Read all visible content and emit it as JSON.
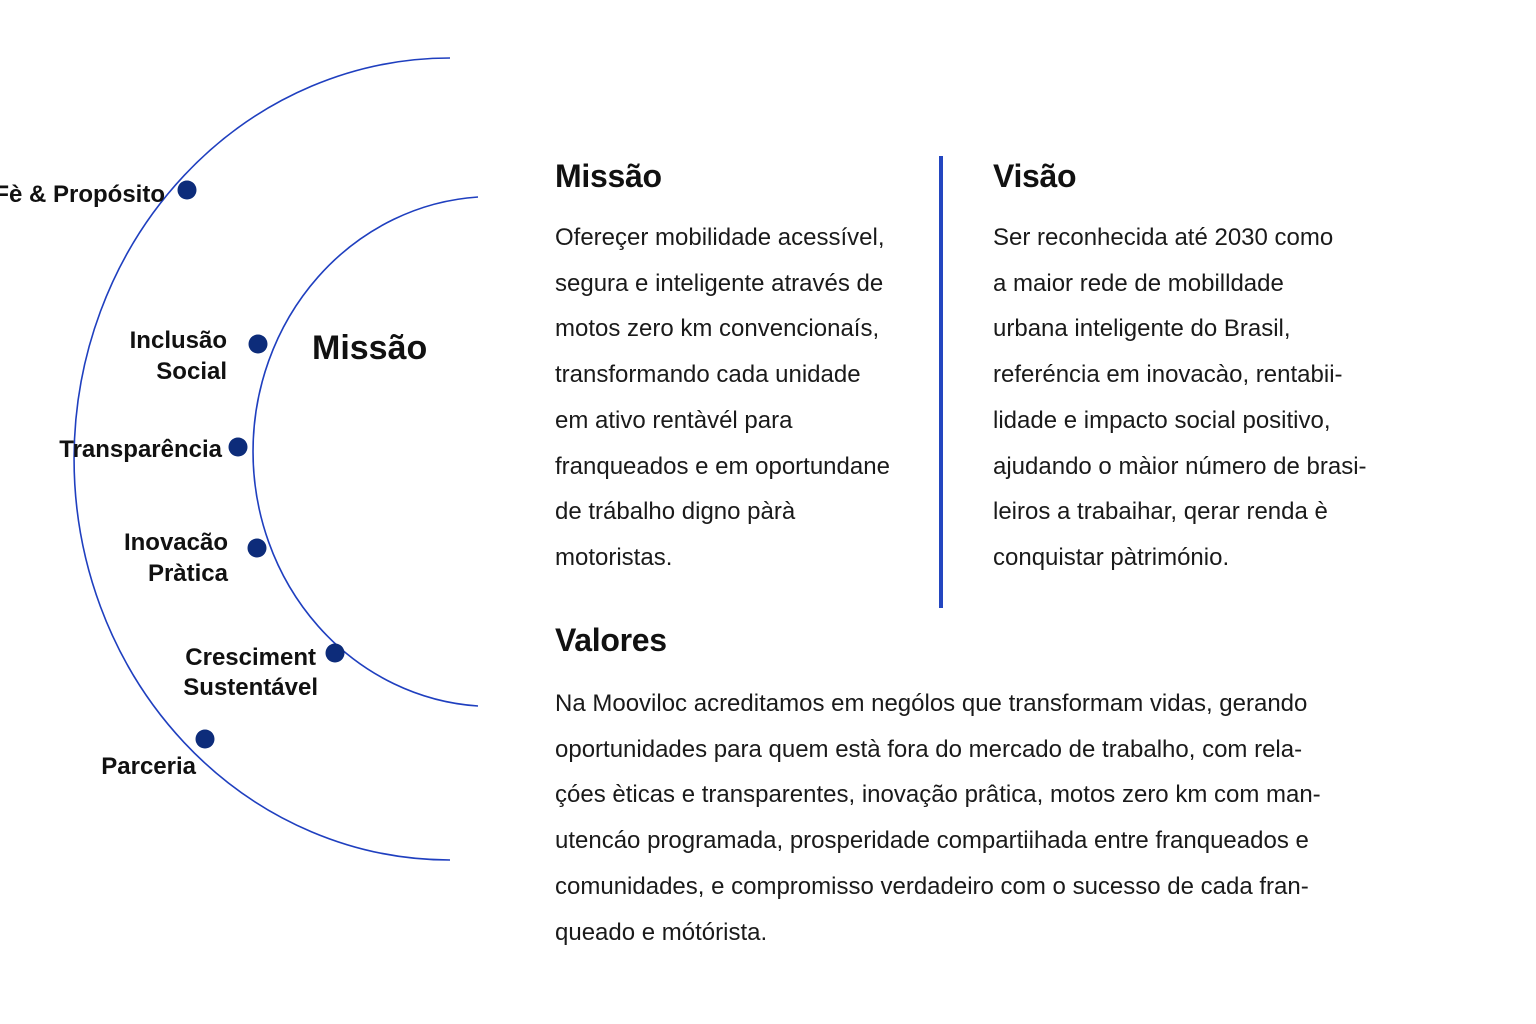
{
  "diagram": {
    "center_label": "Missão",
    "outer_items": [
      "Fè & Propósito",
      "Parceria"
    ],
    "inner_items": [
      [
        "Inclusão",
        "Social"
      ],
      [
        "Transparência"
      ],
      [
        "Inovacão",
        "Pràtica"
      ],
      [
        "Cresciment",
        "Sustentável"
      ]
    ],
    "colors": {
      "arc": "#1f3fbf",
      "dot": "#0d2c7a",
      "divider": "#2346c0",
      "text": "#111111"
    }
  },
  "missao": {
    "title": "Missão",
    "lines": [
      "Ofereçer mobilidade acessível,",
      "segura e inteligente através de",
      "motos zero km convencionaís,",
      "transformando cada unidade",
      "em ativo rentàvél para",
      "franqueados e em oportundane",
      "de trábalho digno pàrà",
      "motoristas."
    ]
  },
  "visao": {
    "title": "Visão",
    "lines": [
      "Ser reconhecida até 2030 como",
      "a maior rede de mobilldade",
      "urbana inteligente do Brasil,",
      "referéncia em inovacào, rentabii-",
      "lidade e impacto social positivo,",
      "ajudando o màior número de brasi-",
      "leiros a trabaihar, qerar renda è",
      "conquistar pàtrimónio."
    ]
  },
  "valores": {
    "title": "Valores",
    "lines": [
      "Na Mooviloc acreditamos em nególos que transformam  vidas, gerando",
      "oportunidades para quem està fora do mercado de trabalho, com rela-",
      "çóes èticas e transparentes, inovação prâtica, motos zero km com man-",
      "utencáo programada, prosperidade compartiihada entre franqueados e",
      "comunidades, e compromisso verdadeiro com o sucesso de cada fran-",
      "queado e mótórista."
    ]
  }
}
